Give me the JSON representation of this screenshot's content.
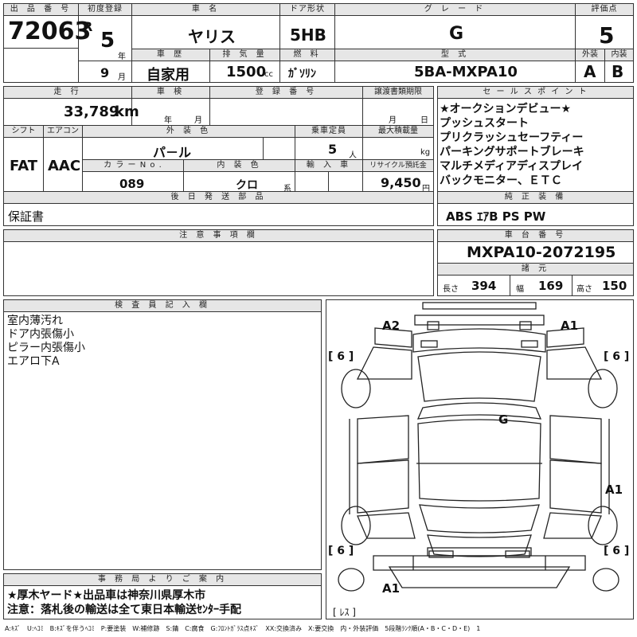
{
  "top": {
    "lot_label": "出 品 番 号",
    "lot": "72063",
    "reg_label": "初度登録",
    "reg_era": "R",
    "reg_year": "5",
    "year_unit": "年",
    "reg_month": "9",
    "month_unit": "月",
    "name_label": "車 名",
    "name": "ヤリス",
    "door_label": "ドア形状",
    "door": "5HB",
    "grade_label": "グ レ ー ド",
    "grade": "G",
    "score_label": "評価点",
    "score": "5",
    "history_label": "車 歴",
    "history": "自家用",
    "disp_label": "排 気 量",
    "disp": "1500",
    "disp_unit": "cc",
    "fuel_label": "燃 料",
    "fuel": "ｶﾞｿﾘﾝ",
    "model_label": "型 式",
    "model": "5BA-MXPA10",
    "ext_label": "外装",
    "ext": "A",
    "int_label": "内装",
    "int": "B"
  },
  "mid": {
    "mileage_label": "走 行",
    "mileage": "33,789",
    "mileage_unit": "km",
    "inspect_label": "車 検",
    "inspect_y": "年",
    "inspect_m": "月",
    "plate_label": "登 録 番 号",
    "transfer_label": "譲渡書類期限",
    "transfer_m": "月",
    "transfer_d": "日",
    "shift_label": "シフト",
    "shift": "FAT",
    "ac_label": "エアコン",
    "ac": "AAC",
    "color_label": "外 装 色",
    "color": "パ－ル",
    "capacity_label": "乗車定員",
    "capacity": "5",
    "capacity_unit": "人",
    "load_label": "最大積載量",
    "load_unit": "kg",
    "colorno_label": "カ ラ ー N o .",
    "colorno": "089",
    "intcolor_label": "内 装 色",
    "intcolor": "クロ",
    "intcolor_unit": "系",
    "import_label": "輸 入 車",
    "recycle_label": "リサイクル預託金",
    "recycle": "9,450",
    "recycle_unit": "円",
    "later_label": "後 日 発 送 部 品",
    "later": "保証書"
  },
  "sales": {
    "label": "セ ー ル ス ポ イ ン ト",
    "lines": [
      "★オークションデビュー★",
      "プッシュスタート",
      "プリクラッシュセーフティー",
      "パーキングサポートブレーキ",
      "マルチメディアディスプレイ",
      "バックモニター、ＥＴＣ"
    ]
  },
  "equip": {
    "label": "純 正 装 備",
    "value": "ABS ｴｱB PS PW"
  },
  "notes": {
    "label": "注 意 事 項 欄"
  },
  "chassis": {
    "label": "車 台 番 号",
    "value": "MXPA10-2072195",
    "dims_label": "諸 元",
    "len_label": "長さ",
    "len": "394",
    "wid_label": "幅",
    "wid": "169",
    "hgt_label": "高さ",
    "hgt": "150"
  },
  "inspector": {
    "label": "検 査 員 記 入 欄",
    "lines": [
      "室内薄汚れ",
      "ドア内張傷小",
      "ピラー内張傷小",
      "エアロ下A"
    ]
  },
  "office": {
    "label": "事 務 局 よ り ご 案 内",
    "lines": [
      "★厚木ヤード★出品車は神奈川県厚木市",
      "注意：落札後の輸送は全て東日本輸送ｾﾝﾀｰ手配"
    ]
  },
  "diagram": {
    "a2": "A2",
    "a1_top": "A1",
    "g": "G",
    "a1_right": "A1",
    "a1_bottom": "A1",
    "tire_fl": "[ 6 ]",
    "tire_fr": "[ 6 ]",
    "tire_rl": "[ 6 ]",
    "tire_rr": "[ 6 ]",
    "spare": "[ ﾚｽ ]"
  },
  "legend": "A:ｷｽﾞ　U:ﾍｺﾐ　B:ｷｽﾞを伴うﾍｺﾐ　P:要塗装　W:補修跡　S:錆　C:腐食　G:ﾌﾛﾝﾄｶﾞﾗｽ点ｷｽﾞ　XX:交換済み　X:要交換　内・外装評価　5段階ﾗﾝｸ順(A・B・C・D・E)　1"
}
